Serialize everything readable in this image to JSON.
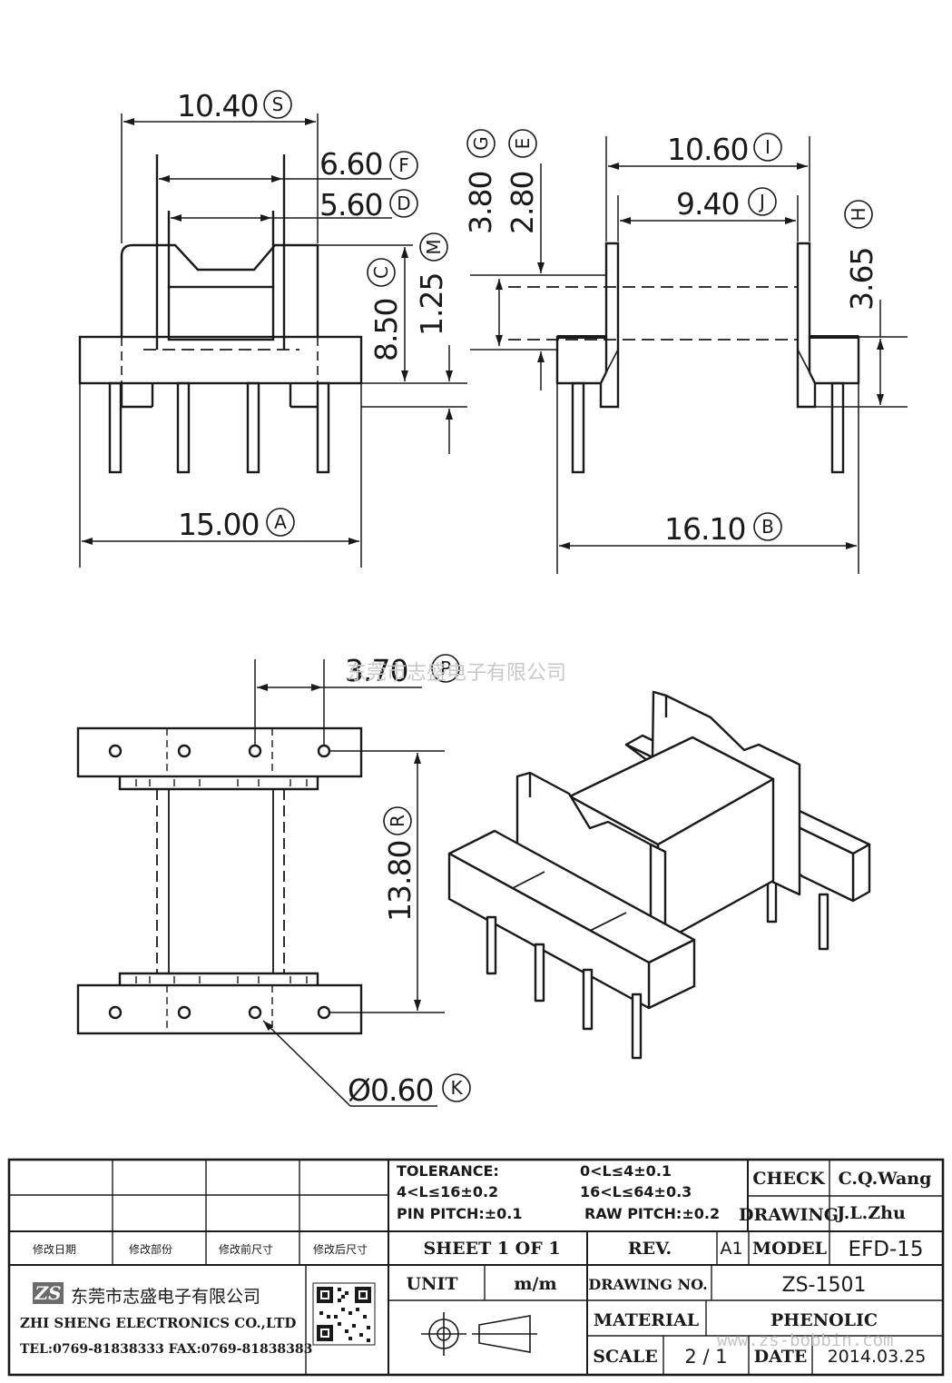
{
  "dimensions": {
    "S": {
      "value": "10.40",
      "letter": "S"
    },
    "F": {
      "value": "6.60",
      "letter": "F"
    },
    "D": {
      "value": "5.60",
      "letter": "D"
    },
    "C": {
      "value": "8.50",
      "letter": "C"
    },
    "M": {
      "value": "1.25",
      "letter": "M"
    },
    "G": {
      "value": "3.80",
      "letter": "G"
    },
    "E": {
      "value": "2.80",
      "letter": "E"
    },
    "I": {
      "value": "10.60",
      "letter": "I"
    },
    "J": {
      "value": "9.40",
      "letter": "J"
    },
    "H": {
      "value": "3.65",
      "letter": "H"
    },
    "A": {
      "value": "15.00",
      "letter": "A"
    },
    "B": {
      "value": "16.10",
      "letter": "B"
    },
    "P": {
      "value": "3.70",
      "letter": "P"
    },
    "R": {
      "value": "13.80",
      "letter": "R"
    },
    "K": {
      "value": "Ø0.60",
      "letter": "K"
    }
  },
  "watermark": {
    "company": "东莞市志盛电子有限公司",
    "website": "www.zs-bobbin.com"
  },
  "title_block": {
    "tolerance_label": "TOLERANCE:",
    "tol_1": "0<L≤4±0.1",
    "tol_2": "4<L≤16±0.2",
    "tol_3": "16<L≤64±0.3",
    "pin_pitch": "PIN PITCH:±0.1",
    "raw_pitch": "RAW PITCH:±0.2",
    "check_label": "CHECK",
    "check_value": "C.Q.Wang",
    "drawing_label": "DRAWING",
    "drawing_value": "J.L.Zhu",
    "rev_headers": [
      "修改日期",
      "修改部份",
      "修改前尺寸",
      "修改后尺寸"
    ],
    "sheet": "SHEET  1  OF  1",
    "rev_label": "REV.",
    "rev_value": "A1",
    "model_label": "MODEL",
    "model_value": "EFD-15",
    "company_cn": "东莞市志盛电子有限公司",
    "company_en": "ZHI SHENG  ELECTRONICS CO.,LTD",
    "contact": "TEL:0769-81838333 FAX:0769-81838383",
    "logo": "ZS",
    "unit_label": "UNIT",
    "unit_value": "m/m",
    "drawing_no_label": "DRAWING  NO.",
    "drawing_no_value": "ZS-1501",
    "material_label": "MATERIAL",
    "material_value": "PHENOLIC",
    "scale_label": "SCALE",
    "scale_value": "2  /  1",
    "date_label": "DATE",
    "date_value": "2014.03.25"
  }
}
